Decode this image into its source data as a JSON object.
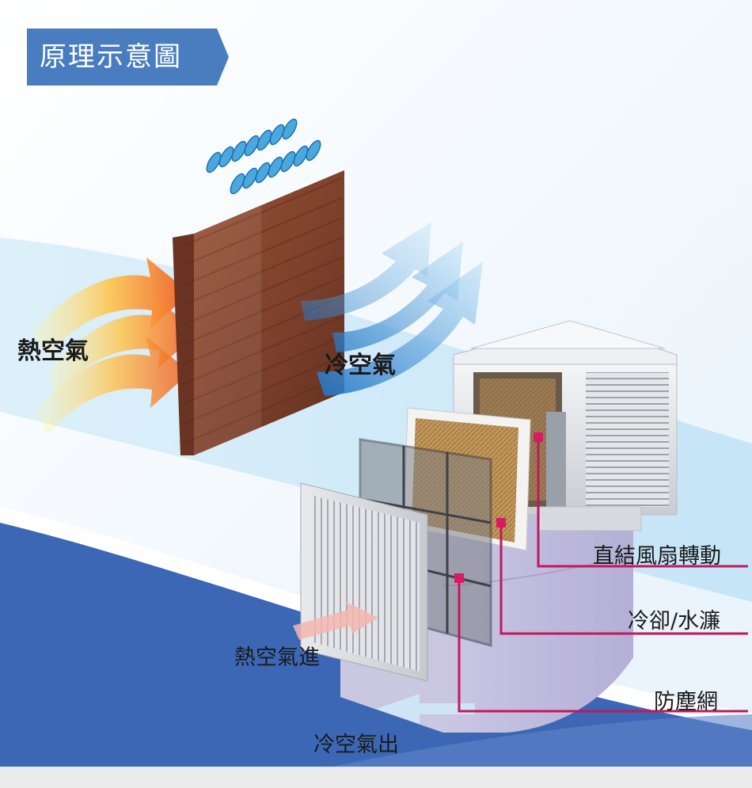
{
  "title": "原理示意圖",
  "labels": {
    "hot_air": "熱空氣",
    "cool_air": "冷空氣",
    "direct_fan": "直結風扇轉動",
    "cooling_pad": "冷卻/水濂",
    "dust_net": "防塵網",
    "hot_air_in": "熱空氣進",
    "cool_air_out": "冷空氣出"
  },
  "colors": {
    "title_bg": "#4a7cc0",
    "deep_blue": "#3c67b5",
    "pad_brown": "#7a3f2a",
    "leader_line": "#c2185b",
    "duct": "#c5c1df"
  }
}
